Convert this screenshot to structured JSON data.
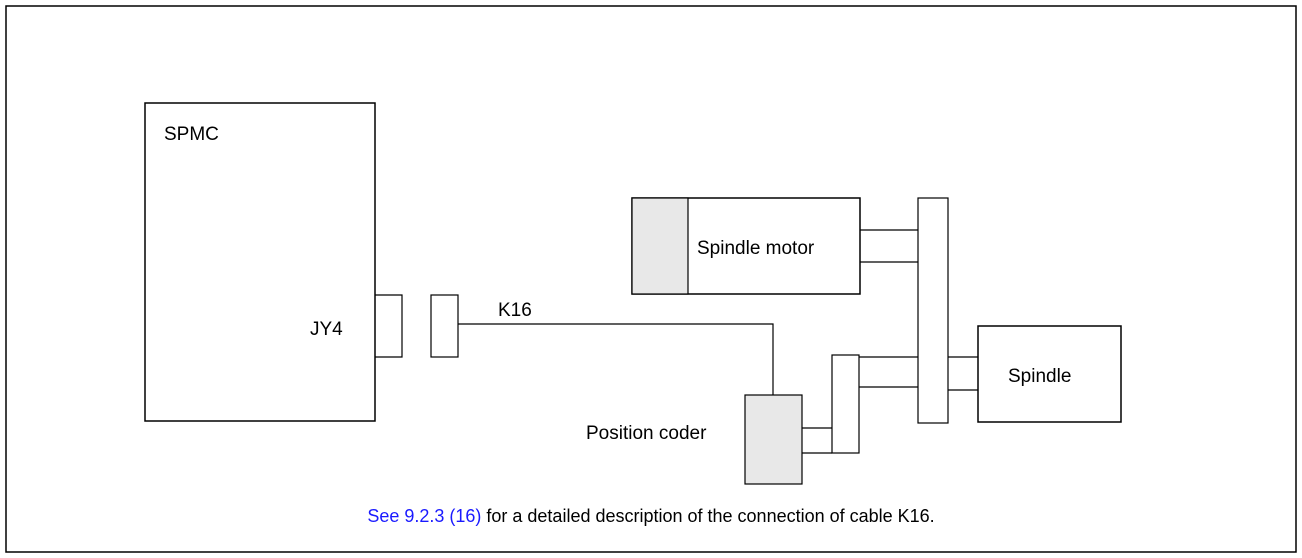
{
  "diagram": {
    "labels": {
      "spmc": "SPMC",
      "jy4": "JY4",
      "k16": "K16",
      "spindle_motor": "Spindle motor",
      "spindle": "Spindle",
      "position_coder": "Position coder"
    },
    "caption": {
      "link_text": "See 9.2.3 (16)",
      "rest_text": " for a detailed description of the connection of cable K16."
    },
    "colors": {
      "stroke": "#000000",
      "shaded_fill": "#e8e8e8",
      "link": "#1a1aff"
    }
  }
}
